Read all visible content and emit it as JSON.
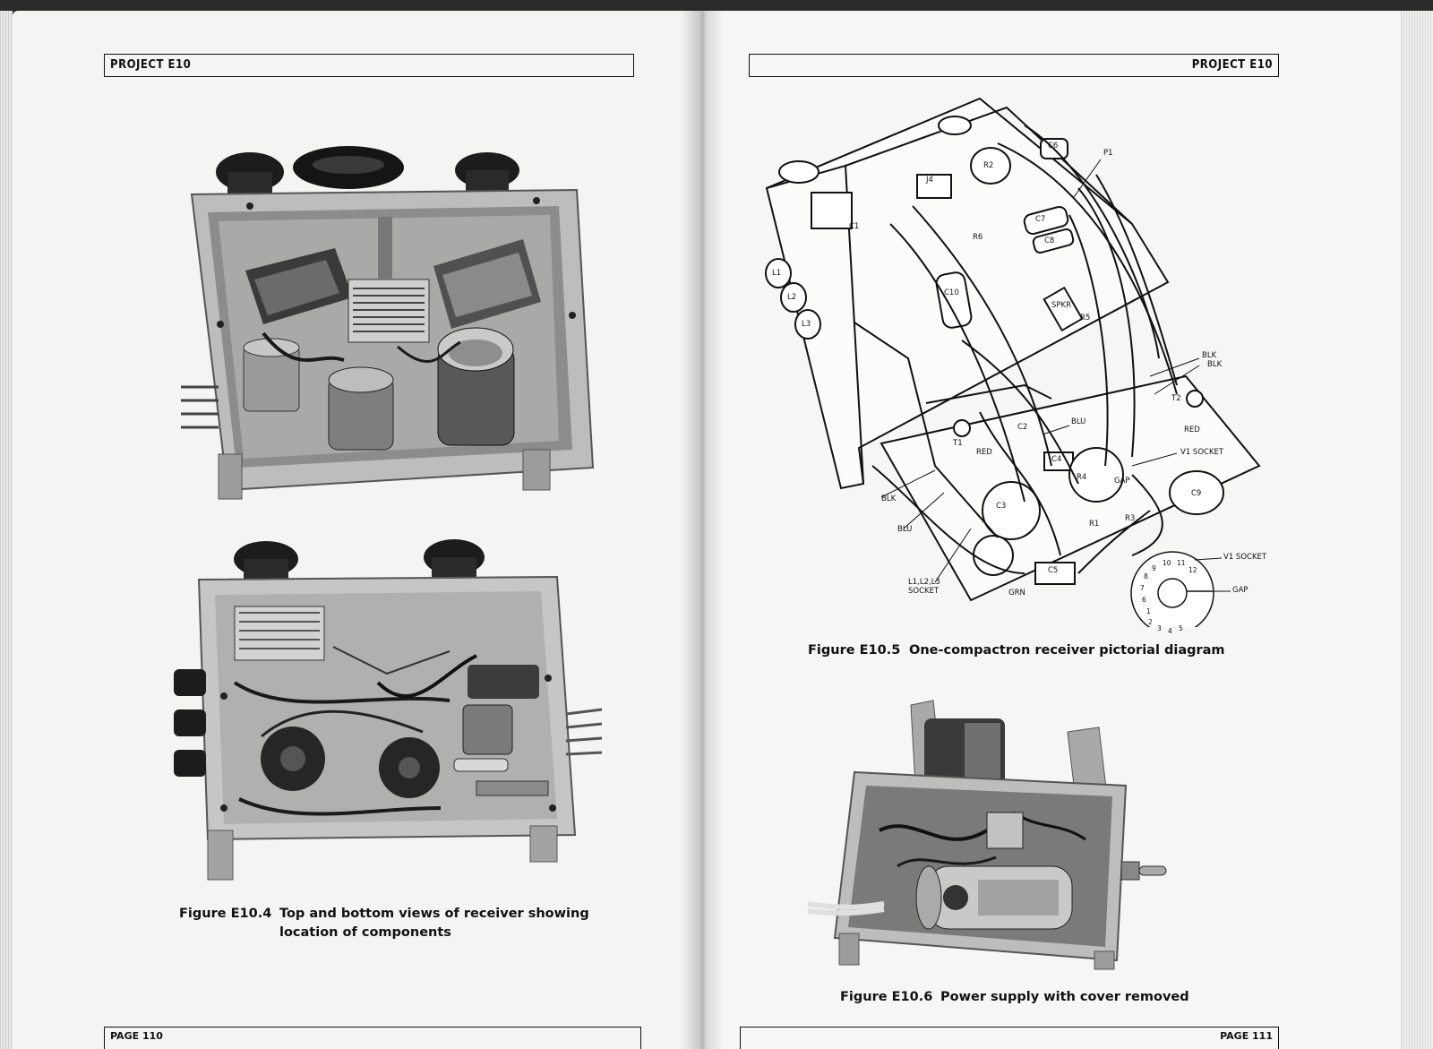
{
  "left_page": {
    "header": "PROJECT E10",
    "footer": "PAGE 110",
    "figure_e10_4": {
      "number": "Figure E10.4",
      "caption_line1": "Top and bottom views of receiver showing",
      "caption_line2": "location of components"
    }
  },
  "right_page": {
    "header": "PROJECT E10",
    "footer": "PAGE 111",
    "figure_e10_5": {
      "number": "Figure E10.5",
      "caption": "One-compactron receiver pictorial diagram",
      "labels": {
        "p1": "P1",
        "c6": "C6",
        "r2": "R2",
        "j4": "J4",
        "c1": "C1",
        "r6": "R6",
        "c7": "C7",
        "c8": "C8",
        "c10": "C10",
        "spkr": "SPKR",
        "r5": "R5",
        "l1": "L1",
        "l2": "L2",
        "l3": "L3",
        "blk1": "BLK",
        "blk2": "BLK",
        "t2": "T2",
        "red1": "RED",
        "red2": "RED",
        "v1_socket1": "V1 SOCKET",
        "blu1": "BLU",
        "c2": "C2",
        "t1": "T1",
        "c4": "C4",
        "r4": "R4",
        "gap1": "GAP",
        "c9": "C9",
        "blk3": "BLK",
        "blu2": "BLU",
        "c3": "C3",
        "r1": "R1",
        "r3": "R3",
        "c5": "C5",
        "socket_list": "L1,L2,L3",
        "socket_word": "SOCKET",
        "grn": "GRN",
        "v1_socket2": "V1 SOCKET",
        "gap2": "GAP"
      },
      "pins": [
        "1",
        "2",
        "3",
        "4",
        "5",
        "6",
        "7",
        "8",
        "9",
        "10",
        "11",
        "12"
      ]
    },
    "figure_e10_6": {
      "number": "Figure E10.6",
      "caption": "Power supply with cover removed"
    }
  }
}
